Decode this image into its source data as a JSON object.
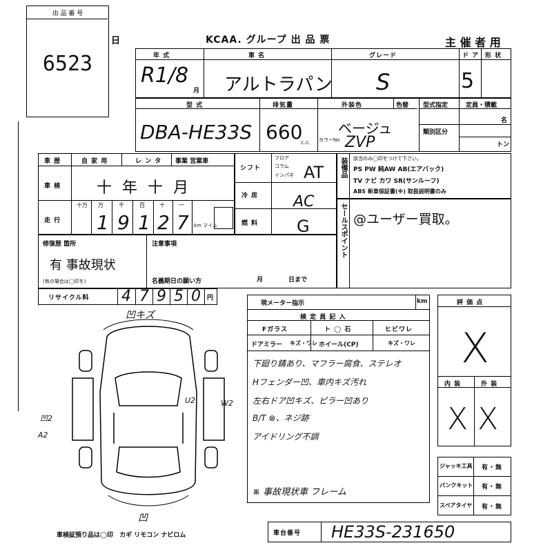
{
  "lot_box": {
    "label": "出 品 番 号",
    "number": "6523"
  },
  "header": {
    "day_label": "日",
    "title": "KCAA. グループ 出 品 票",
    "organizer": "主 催 者 用"
  },
  "row1_labels": {
    "year": "年 式",
    "model": "車 名",
    "grade": "グレード",
    "doors": "ド ア",
    "body": "形 状"
  },
  "row1_values": {
    "year": "R1/8",
    "month_unit": "月",
    "model": "アルトラパン",
    "grade": "S",
    "doors": "5"
  },
  "row2_labels": {
    "type": "型 式",
    "displacement": "排気量",
    "exterior": "外装色",
    "color_flag": "色替",
    "capacity": "型式指定",
    "weight": "定員・積載"
  },
  "row2_values": {
    "type": "DBA-HE33S",
    "displacement": "660",
    "cc": "c.c.",
    "color": "ベージュ",
    "color_no": "ZVP",
    "color_no_label": "カラーNo",
    "category_label": "類別区分",
    "persons_unit": "名",
    "ton_unit": "トン"
  },
  "inspection": {
    "headers": [
      "車 歴",
      "自 家 用",
      "レ ン タ",
      "事業 営業車"
    ],
    "shaken_label": "車 検",
    "shaken_value": "十 年 十 月",
    "mileage_label": "走 行",
    "mileage_units": [
      "十万",
      "万",
      "千",
      "百",
      "十",
      "一"
    ],
    "mileage_digits": [
      "1",
      "9",
      "1",
      "2",
      "7"
    ],
    "km_mile": "km マイル"
  },
  "shift": {
    "shift_label": "シフト",
    "floor": "フロア",
    "column": "コラム",
    "inpane": "インパネ",
    "shift_value": "AT",
    "ac_label": "冷 房",
    "ac_value": "AC",
    "fuel_label": "燃 料",
    "fuel_value": "G"
  },
  "equipment": {
    "label": "装備品",
    "note": "該当のみ◯印をつけて下さい。",
    "line1": "PS PW 純AW AB(エアバック)",
    "line2": "TV ナビ カワ SR(サンルーフ)",
    "line3": "ABS 新車保証書(※) 取扱説明書のみ"
  },
  "sales_point": {
    "label": "セールスポイント",
    "text": "@ユーザー買取。"
  },
  "repair": {
    "label": "修復歴 箇所",
    "value": "有 事故現状",
    "note": "(有の場合は◯印を)"
  },
  "notes": {
    "label": "注意事項",
    "deadline": "名義期日の願い方",
    "month": "月",
    "day": "日まで"
  },
  "recycle": {
    "label": "リサイクル料",
    "digits": [
      "4",
      "7",
      "9",
      "5",
      "0"
    ],
    "unit": "円"
  },
  "meter": {
    "label": "現メーター指示",
    "unit": "km",
    "inspector": "検 定 員 記 入",
    "fglass": "Fガラス",
    "fglass_opts": "ト ◯ 石",
    "crack": "ヒビワレ",
    "mirror": "ドアミラー",
    "mirror_opts": "キズ・ワレ",
    "wheel": "ホイール(CP)",
    "wheel_opts": "キズ・ワレ"
  },
  "inspector_notes": [
    "下廻り錆あり、マフラー腐食、ステレオ",
    "Hフェンダー凹、車内キズ汚れ",
    "左右ドア凹キズ、ピラー凹あり",
    "B/T ⊗、ネジ跡",
    "アイドリング不調"
  ],
  "inspector_footer": "※ 事故現状車 フレーム",
  "score": {
    "label": "評 価 点",
    "interior": "内 装",
    "exterior": "外 装",
    "value": "X",
    "int_value": "X",
    "ext_value": "X"
  },
  "checks": [
    {
      "label": "ジャッキ工具",
      "value": "有・無"
    },
    {
      "label": "パンクキット",
      "value": "有・無"
    },
    {
      "label": "スペアタイヤ",
      "value": "有・無"
    }
  ],
  "diagram": {
    "top_note": "凹キズ",
    "bottom_note": "凹",
    "side_left_1": "凹2",
    "side_left_2": "A2",
    "side_right": "W2",
    "side_right_inner": "U2"
  },
  "footer": {
    "keys_label": "車検証預り品は◯印　カギ リモコン ナビロム",
    "chassis_label": "車台番号",
    "chassis_value": "HE33S-231650"
  }
}
